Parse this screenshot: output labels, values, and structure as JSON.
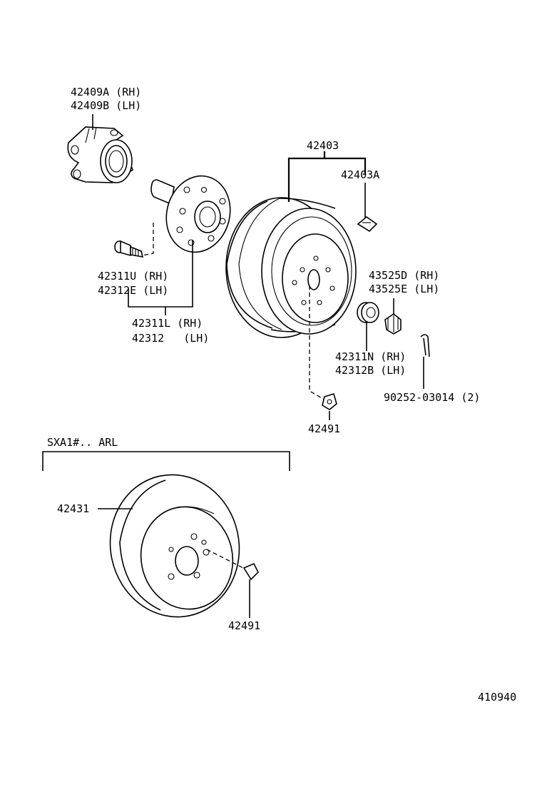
{
  "labels": {
    "hub_bearing_rh": "42409A (RH)",
    "hub_bearing_lh": "42409B (LH)",
    "drum_assy": "42403",
    "drum_clip": "42403A",
    "hub_bolt_u_rh": "42311U (RH)",
    "hub_bolt_e_lh": "42312E (LH)",
    "hub_bolt_l_rh": "42311L (RH)",
    "hub_bolt_lh": "42312   (LH)",
    "cap_rh": "43525D (RH)",
    "cap_lh": "43525E (LH)",
    "nut_rh": "42311N (RH)",
    "nut_lh": "42312B (LH)",
    "cotter_pin": "90252-03014 (2)",
    "plug_top": "42491",
    "variant": "SXA1#.. ARL",
    "disc": "42431",
    "plug_bottom": "42491",
    "figure_number": "410940"
  }
}
